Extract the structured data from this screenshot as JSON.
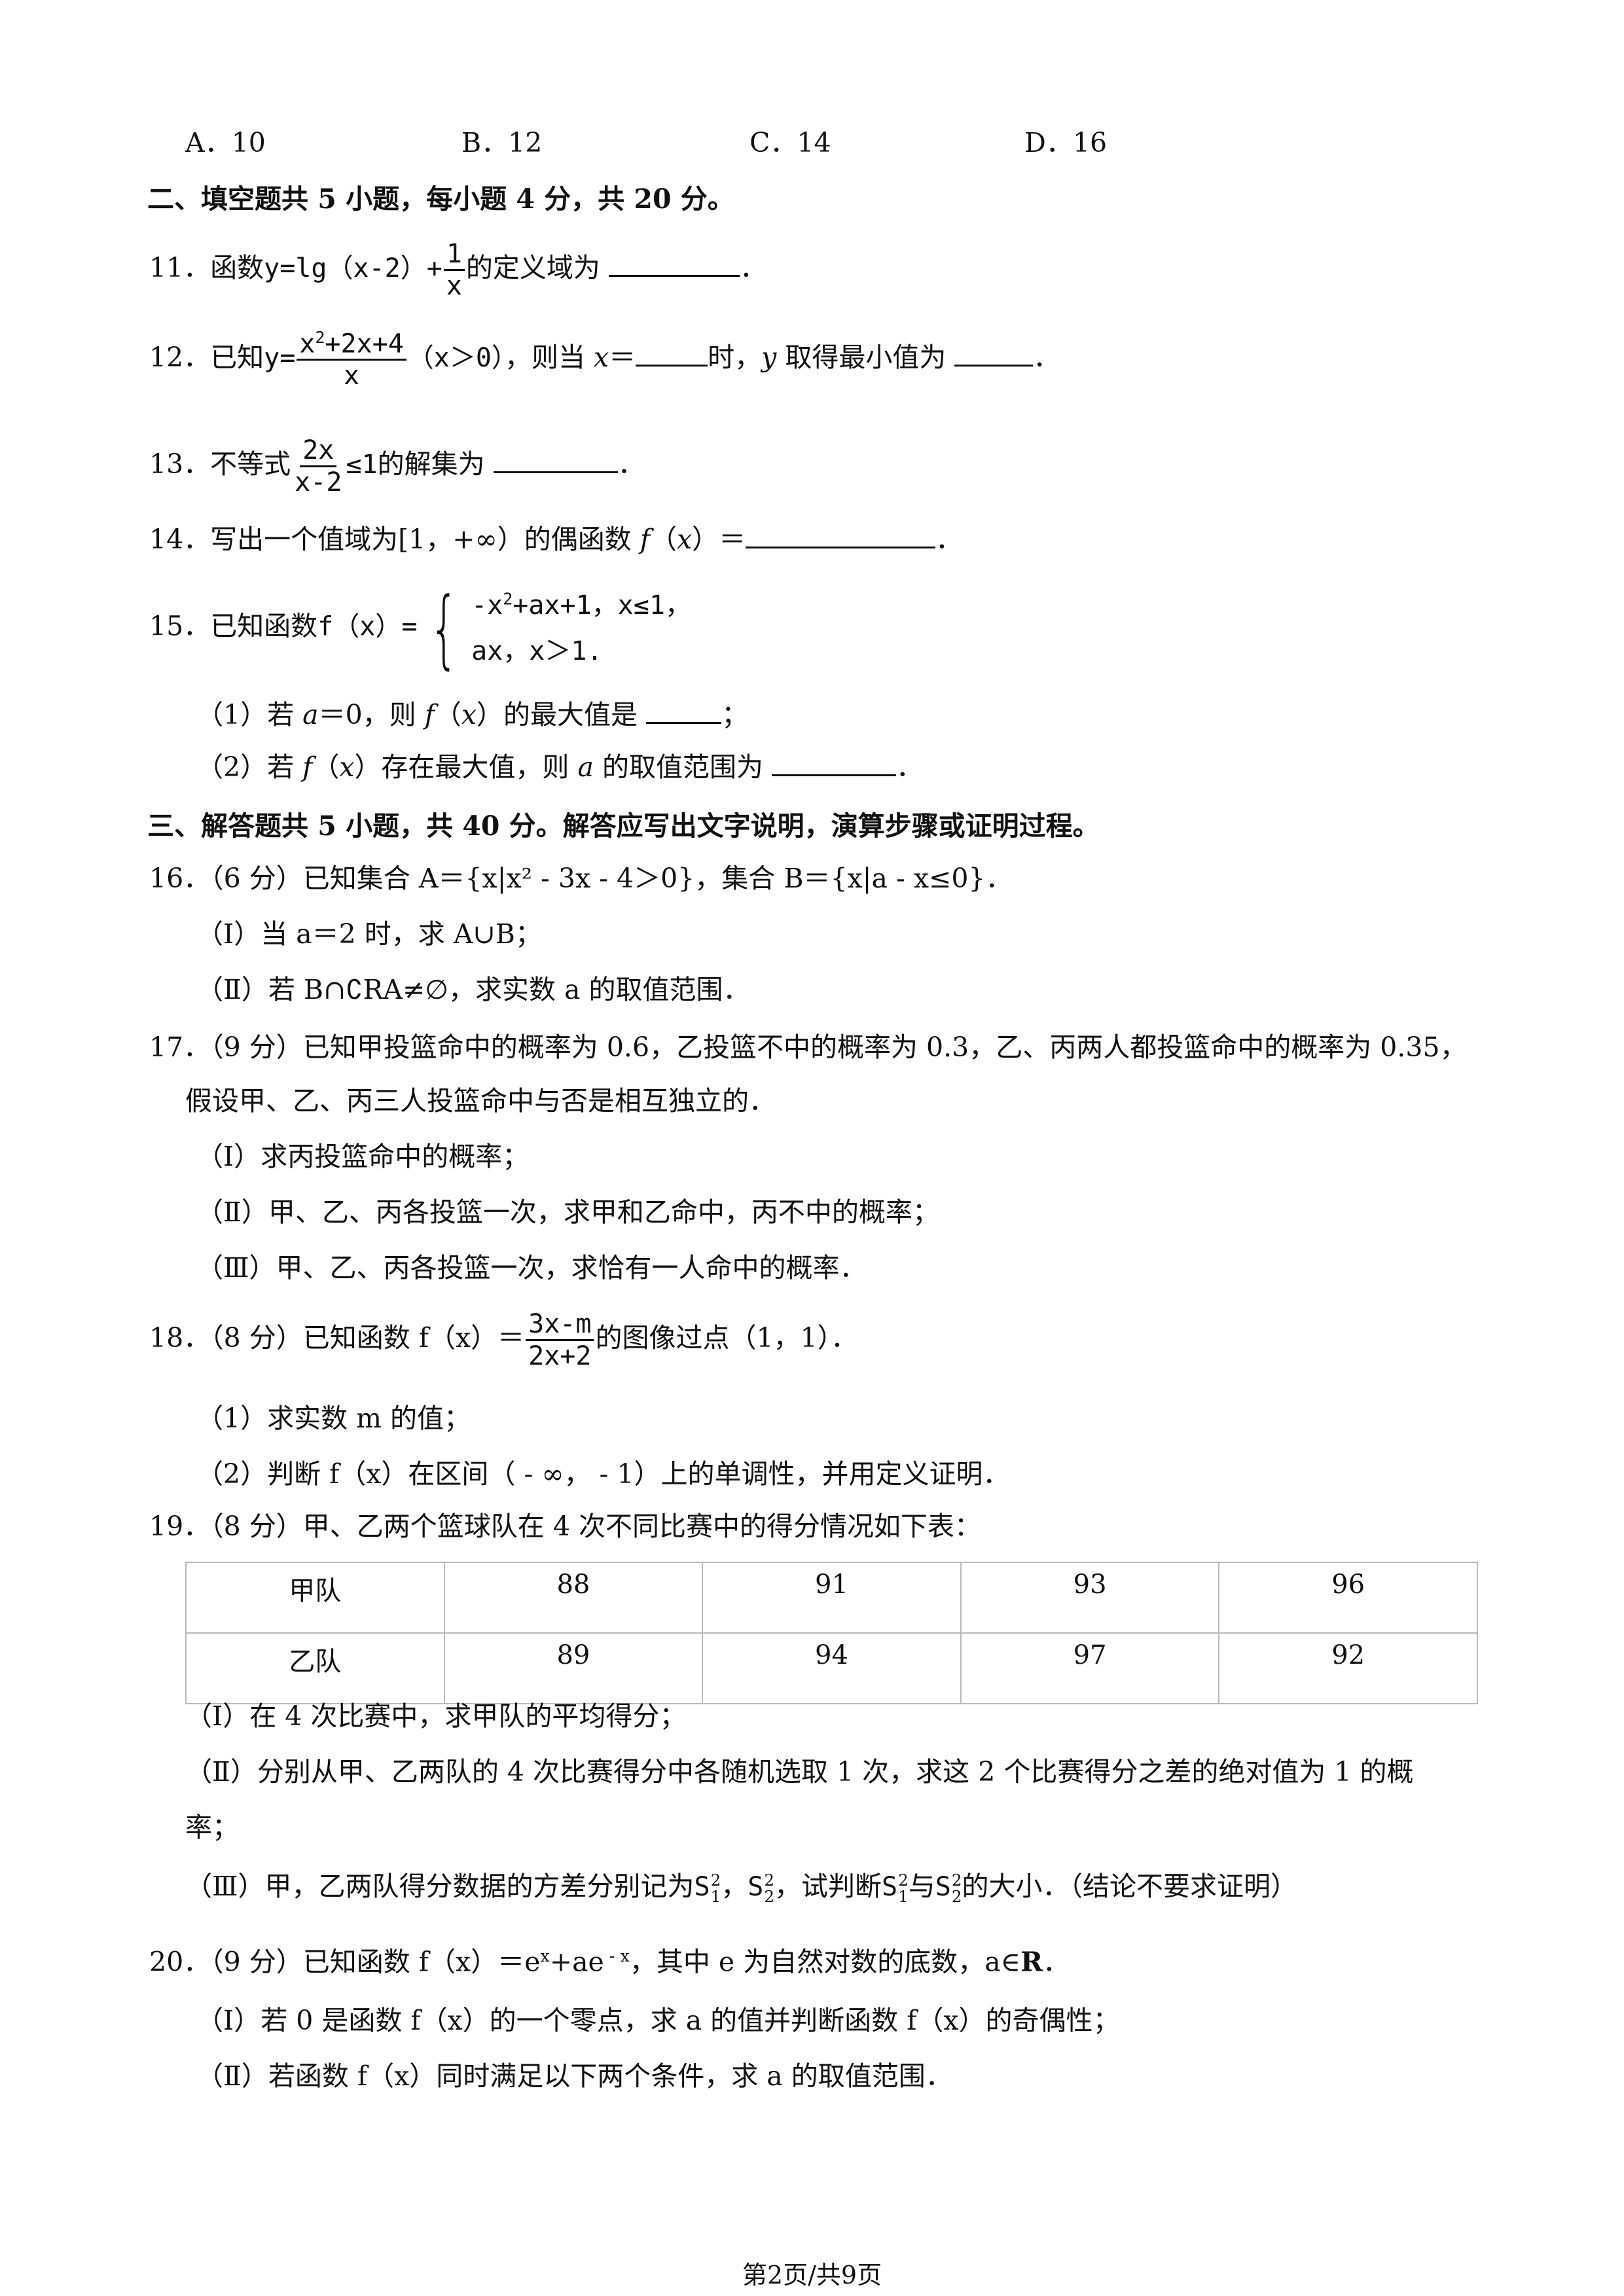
{
  "q10_options": [
    "A．10",
    "B．12",
    "C．14",
    "D．16"
  ],
  "section2_title": "二、填空题共 5 小题，每小题 4 分，共 20 分。",
  "q11": {
    "prefix": "11．函数",
    "func_lead": "y=lg（x-2）+",
    "frac_num": "1",
    "frac_den": "x",
    "suffix": "的定义域为",
    "end": "．"
  },
  "q12": {
    "prefix": "12．已知",
    "func_lead": "y=",
    "frac_num": "x",
    "frac_num_exp": "2",
    "frac_num_rest": "+2x+4",
    "frac_den": "x",
    "cond": "（x＞0）",
    "mid1": "，则当 ",
    "var_x": "x",
    "mid2": "＝",
    "mid3": "时，",
    "var_y": "y",
    "mid4": " 取得最小值为 ",
    "end": "．"
  },
  "q13": {
    "prefix": "13．不等式",
    "frac_num": "2x",
    "frac_den": "x-2",
    "rel": "≤1",
    "suffix": "的解集为 ",
    "end": "．"
  },
  "q14": {
    "prefix": "14．写出一个值域为[1，+∞）的偶函数 ",
    "func": "f",
    "args": "（",
    "var": "x",
    "args2": "）＝",
    "end": "．"
  },
  "q15": {
    "prefix": "15．已知函数",
    "func": "f（x）=",
    "case1_a": "-x",
    "case1_exp": "2",
    "case1_b": "+ax+1，x≤1，",
    "case2": "ax，x＞1.",
    "sub1_a": "（1）若 ",
    "sub1_var": "a",
    "sub1_b": "＝0，则 ",
    "sub1_f": "f",
    "sub1_c": "（",
    "sub1_x": "x",
    "sub1_d": "）的最大值是 ",
    "sub1_end": "；",
    "sub2_a": "（2）若 ",
    "sub2_f": "f",
    "sub2_b": "（",
    "sub2_x": "x",
    "sub2_c": "）存在最大值，则 ",
    "sub2_var": "a",
    "sub2_d": " 的取值范围为 ",
    "sub2_end": "．"
  },
  "section3_title": "三、解答题共 5 小题，共 40 分。解答应写出文字说明，演算步骤或证明过程。",
  "q16": {
    "line": "16．（6 分）已知集合 A＝{x|x² - 3x - 4＞0}，集合 B＝{x|a - x≤0}．",
    "i": "（Ⅰ）当 a＝2 时，求 A∪B；",
    "ii": "（Ⅱ）若 B∩∁RA≠∅，求实数 a 的取值范围．"
  },
  "q17": {
    "line1": "17．（9 分）已知甲投篮命中的概率为 0.6，乙投篮不中的概率为 0.3，乙、丙两人都投篮命中的概率为 0.35，",
    "line2": "假设甲、乙、丙三人投篮命中与否是相互独立的．",
    "i": "（Ⅰ）求丙投篮命中的概率；",
    "ii": "（Ⅱ）甲、乙、丙各投篮一次，求甲和乙命中，丙不中的概率；",
    "iii": "（Ⅲ）甲、乙、丙各投篮一次，求恰有一人命中的概率．"
  },
  "q18": {
    "prefix": "18．（8 分）已知函数 ",
    "func": "f（x）＝",
    "frac_num": "3x-m",
    "frac_den": "2x+2",
    "suffix": "的图像过点（1，1）．",
    "s1": "（1）求实数 m 的值；",
    "s2": "（2）判断 f（x）在区间（ - ∞， - 1）上的单调性，并用定义证明．"
  },
  "q19": {
    "line": "19．（8 分）甲、乙两个篮球队在 4 次不同比赛中的得分情况如下表：",
    "table": [
      [
        "甲队",
        "88",
        "91",
        "93",
        "96"
      ],
      [
        "乙队",
        "89",
        "94",
        "97",
        "92"
      ]
    ],
    "i": "（Ⅰ）在 4 次比赛中，求甲队的平均得分；",
    "ii_1": "（Ⅱ）分别从甲、乙两队的 4 次比赛得分中各随机选取 1 次，求这 2 个比赛得分之差的绝对值为 1 的概",
    "ii_2": "率；",
    "iii_a": "（Ⅲ）甲，乙两队得分数据的方差分别记为",
    "s": "S",
    "sup2": "2",
    "sub1": "1",
    "sub2": "2",
    "comma": "，",
    "iii_b": "，试判断",
    "and": "与",
    "iii_c": "的大小．（结论不要求证明）"
  },
  "q20": {
    "line_a": "20．（9 分）已知函数 ",
    "line_f": "f（x）＝e",
    "exp1": "x",
    "plus": "+ae",
    "exp2": " - x",
    "line_b": "，其中 e 为自然对数的底数，a∈",
    "R": "R",
    "line_end": "．",
    "i": "（Ⅰ）若 0 是函数 f（x）的一个零点，求 a 的值并判断函数 f（x）的奇偶性；",
    "ii": "（Ⅱ）若函数 f（x）同时满足以下两个条件，求 a 的取值范围．"
  },
  "footer": "第2页/共9页"
}
